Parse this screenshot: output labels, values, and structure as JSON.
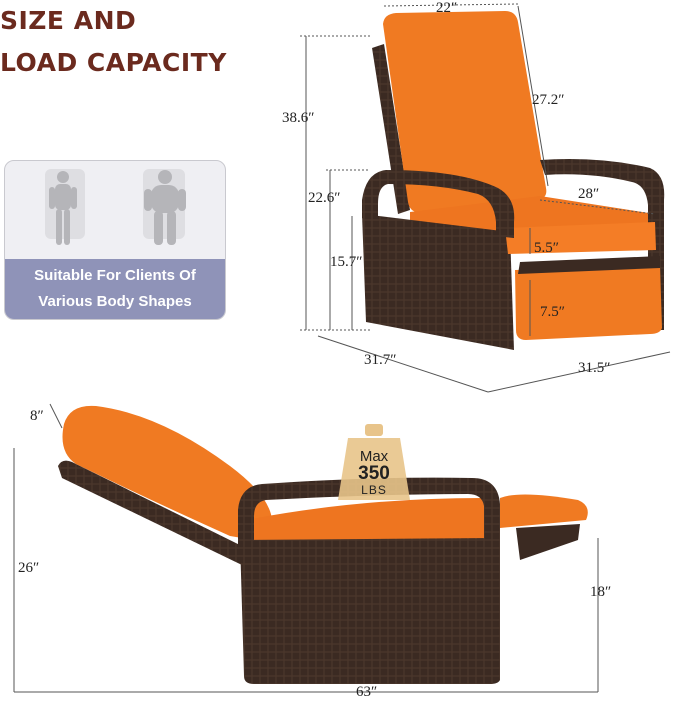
{
  "title": {
    "line1": "SIZE AND",
    "line2": "LOAD CAPACITY"
  },
  "badge": {
    "line1": "Suitable For Clients Of",
    "line2": "Various Body Shapes",
    "icons": [
      "slim-person-icon",
      "large-person-icon"
    ]
  },
  "colors": {
    "title": "#6b2a1e",
    "cushion": "#f07a22",
    "wicker": "#3b2a22",
    "badge": "#8f93b8",
    "weight_tag": "#e8c48a"
  },
  "weight": {
    "label_top": "Max",
    "value": "350",
    "unit": "LBS"
  },
  "upright": {
    "back_width": "22″",
    "back_height": "27.2″",
    "total_height": "38.6″",
    "arm_height": "22.6″",
    "seat_height": "15.7″",
    "seat_depth": "28″",
    "seat_thickness": "5.5″",
    "footrest_thickness": "7.5″",
    "depth": "31.7″",
    "width": "31.5″"
  },
  "reclined": {
    "head_thickness": "8″",
    "height": "26″",
    "footrest_height": "18″",
    "length": "63″"
  }
}
